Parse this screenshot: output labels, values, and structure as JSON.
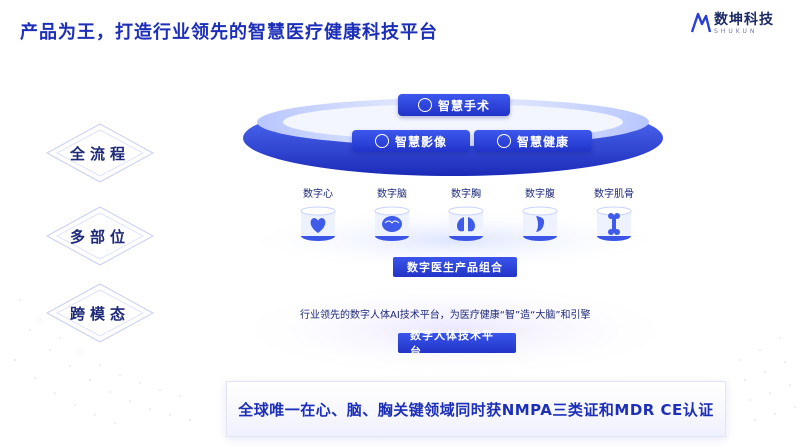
{
  "title": "产品为王，打造行业领先的智慧医疗健康科技平台",
  "logo": {
    "name": "数坤科技",
    "sub": "SHUKUN",
    "icon": "shukun-logo-icon"
  },
  "left_labels": [
    "全流程",
    "多部位",
    "跨模态"
  ],
  "top_ring": {
    "items": [
      {
        "label": "智慧手术",
        "icon": "surgery-icon"
      },
      {
        "label": "智慧影像",
        "icon": "imaging-icon"
      },
      {
        "label": "智慧健康",
        "icon": "health-icon"
      }
    ]
  },
  "organs": [
    {
      "label": "数字心",
      "icon": "heart-icon"
    },
    {
      "label": "数字脑",
      "icon": "brain-icon"
    },
    {
      "label": "数字胸",
      "icon": "lung-icon"
    },
    {
      "label": "数字腹",
      "icon": "abdomen-icon"
    },
    {
      "label": "数字肌骨",
      "icon": "bone-icon"
    }
  ],
  "middle_badge": "数字医生产品组合",
  "description": "行业领先的数字人体AI技术平台，为医疗健康“智”造“大脑”和引擎",
  "bottom_badge": "数字人体技术平台",
  "banner": "全球唯一在心、脑、胸关键领域同时获NMPA三类证和MDR CE认证",
  "colors": {
    "primary": "#1d2fb8",
    "accent": "#3d58ee",
    "text": "#1e2a78"
  }
}
